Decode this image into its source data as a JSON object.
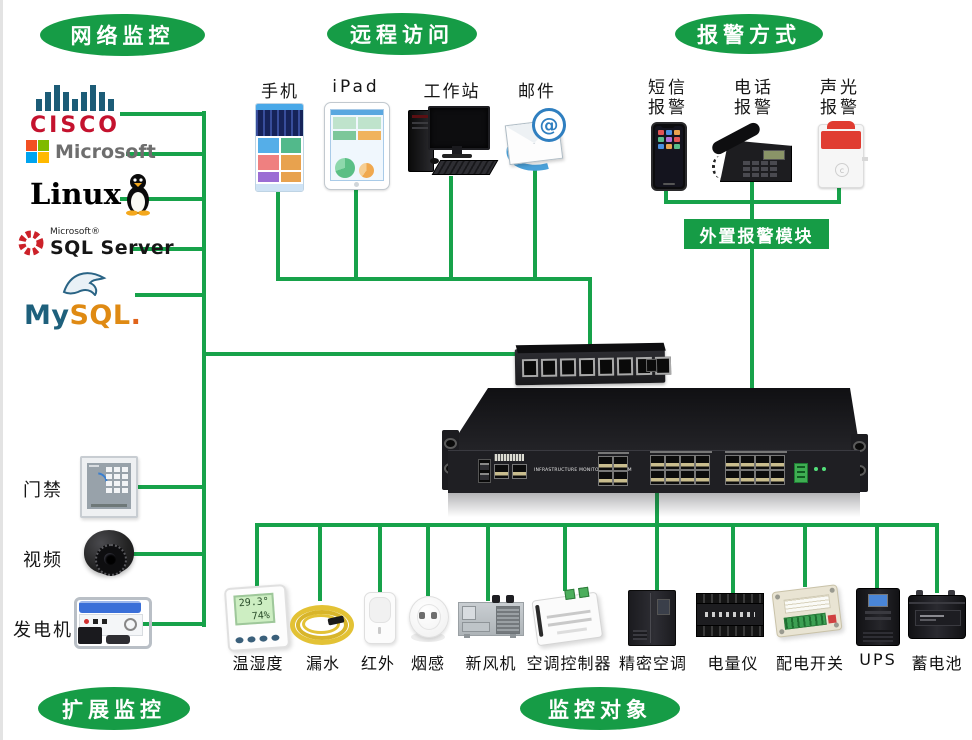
{
  "colors": {
    "line_green": "#17A24A",
    "badge_green": "#169C46",
    "cisco_red": "#C4122E",
    "cisco_navy": "#1C5C77"
  },
  "badges": {
    "network": "网络监控",
    "remote": "远程访问",
    "alarm": "报警方式",
    "extended": "扩展监控",
    "objects": "监控对象"
  },
  "platforms": {
    "cisco_text": "CISCO",
    "microsoft_text": "Microsoft",
    "linux_text": "Linux",
    "sql_brand": "Microsoft®",
    "sql_text": "SQL Server",
    "mysql_my": "My",
    "mysql_sql": "SQL",
    "mysql_dot": "."
  },
  "remote_devices": {
    "phone": "手机",
    "ipad": "iPad",
    "workstation": "工作站",
    "email": "邮件",
    "email_at": "@"
  },
  "alarm_devices": {
    "sms_l1": "短信",
    "sms_l2": "报警",
    "tel_l1": "电话",
    "tel_l2": "报警",
    "light_l1": "声光",
    "light_l2": "报警"
  },
  "alarm_module": "外置报警模块",
  "rack_text": "INFRASTRUCTURE MONITORING SYSTEM",
  "left_devices": {
    "access": "门禁",
    "video": "视频",
    "generator": "发电机"
  },
  "monitored": {
    "temp": "温湿度",
    "leak": "漏水",
    "ir": "红外",
    "smoke": "烟感",
    "fan": "新风机",
    "acc": "空调控制器",
    "pac": "精密空调",
    "meter": "电量仪",
    "dswitch": "配电开关",
    "ups": "UPS",
    "battery": "蓄电池"
  },
  "thermo": {
    "v1": "29.3°",
    "v2": "74%"
  }
}
